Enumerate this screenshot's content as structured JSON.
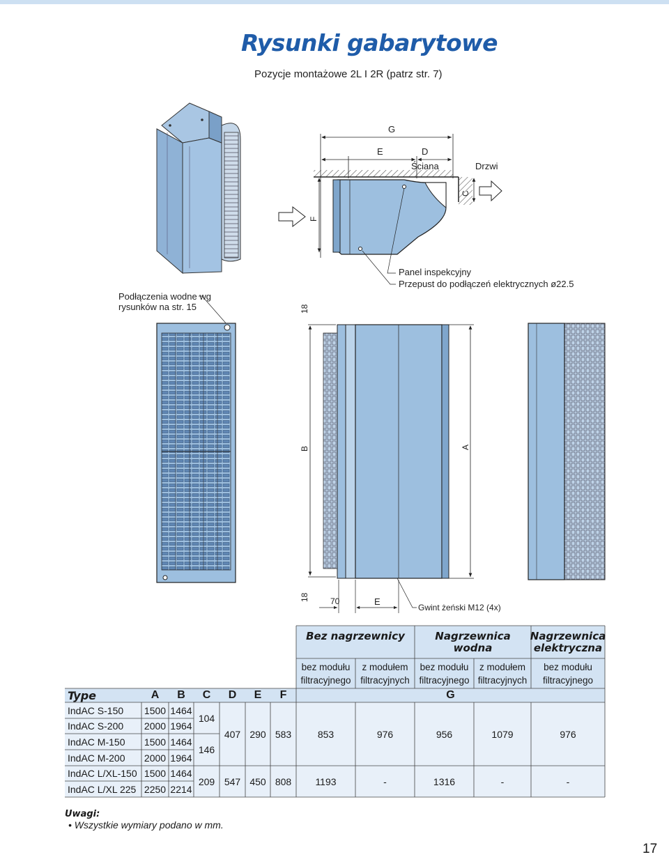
{
  "title": "Rysunki gabarytowe",
  "subtitle": "Pozycje montażowe  2L I 2R (patrz str. 7)",
  "drawing": {
    "dim_G": "G",
    "dim_E": "E",
    "dim_D": "D",
    "wall_label": "Ściana",
    "door_label": "Drzwi",
    "dim_C": "C",
    "dim_F": "F",
    "panel_label": "Panel inspekcyjny",
    "cable_label": "Przepust do podłączeń elektrycznych ø22.5",
    "water_label_1": "Podłączenia wodne wg",
    "water_label_2": "rysunków na str. 15",
    "dim_18_top": "18",
    "dim_B": "B",
    "dim_A": "A",
    "dim_18_bottom": "18",
    "dim_70": "70",
    "dim_E_bottom": "E",
    "thread_label": "Gwint żeński M12 (4x)"
  },
  "table": {
    "group_headers": {
      "no_heater": "Bez nagrzewnicy",
      "water_1": "Nagrzewnica",
      "water_2": "wodna",
      "electric_1": "Nagrzewnica",
      "electric_2": "elektryczna"
    },
    "sub_headers": [
      [
        "bez modułu",
        "filtracyjnego"
      ],
      [
        "z modułem",
        "filtracyjnych"
      ],
      [
        "bez modułu",
        "filtracyjnego"
      ],
      [
        "z modułem",
        "filtracyjnych"
      ],
      [
        "bez modułu",
        "filtracyjnego"
      ]
    ],
    "columns": [
      "Type",
      "A",
      "B",
      "C",
      "D",
      "E",
      "F",
      "G"
    ],
    "rows": [
      {
        "type": "IndAC S-150",
        "A": "1500",
        "B": "1464"
      },
      {
        "type": "IndAC S-200",
        "A": "2000",
        "B": "1964"
      },
      {
        "type": "IndAC M-150",
        "A": "1500",
        "B": "1464"
      },
      {
        "type": "IndAC M-200",
        "A": "2000",
        "B": "1964"
      },
      {
        "type": "IndAC L/XL-150",
        "A": "1500",
        "B": "1464"
      },
      {
        "type": "IndAC L/XL 225",
        "A": "2250",
        "B": "2214"
      }
    ],
    "C_S": "104",
    "C_M": "146",
    "C_L": "209",
    "group1": {
      "D": "407",
      "E": "290",
      "F": "583",
      "G": [
        "853",
        "976",
        "956",
        "1079",
        "976"
      ]
    },
    "group2": {
      "D": "547",
      "E": "450",
      "F": "808",
      "G": [
        "1193",
        "-",
        "1316",
        "-",
        "-"
      ]
    }
  },
  "notes": {
    "heading": "Uwagi:",
    "items": [
      "• Wszystkie wymiary podano w mm."
    ]
  },
  "page_number": "17",
  "colors": {
    "title_blue": "#1f5ca9",
    "unit_fill": "#9dbfdf",
    "unit_dark": "#7fa6cc",
    "table_header_bg": "#d3e3f3",
    "table_body_bg": "#e8f0f9"
  }
}
